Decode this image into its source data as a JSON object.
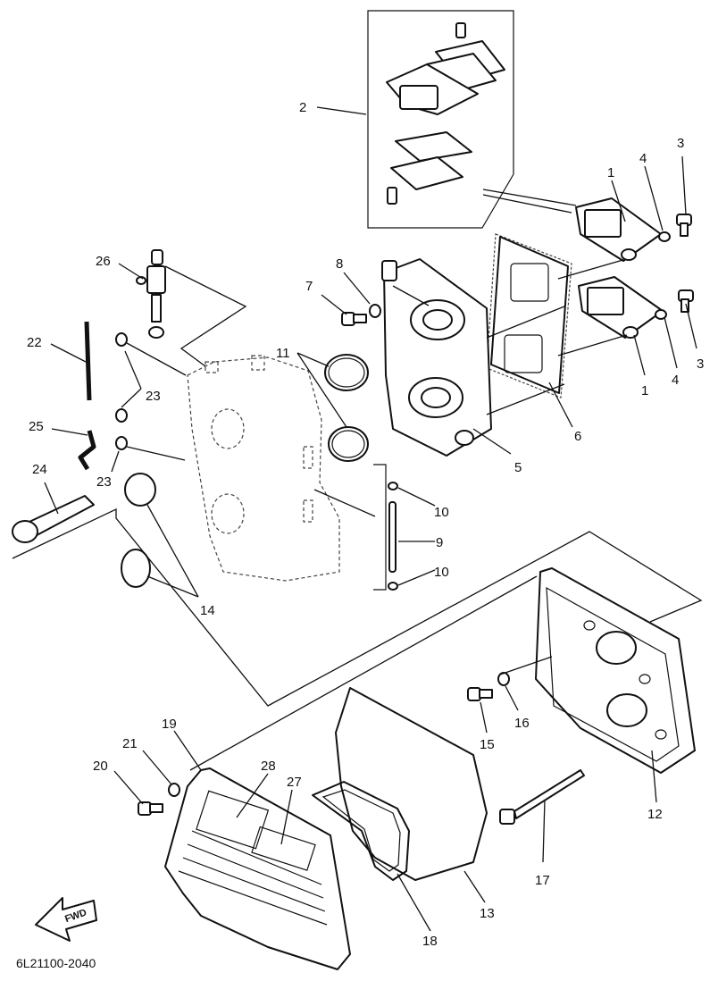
{
  "diagram_code": "6L21100-2040",
  "fwd_label": "FWD",
  "callouts": {
    "c1a": "1",
    "c1b": "1",
    "c2": "2",
    "c3a": "3",
    "c3b": "3",
    "c4a": "4",
    "c4b": "4",
    "c5": "5",
    "c6": "6",
    "c7": "7",
    "c8": "8",
    "c9": "9",
    "c10a": "10",
    "c10b": "10",
    "c11": "11",
    "c12": "12",
    "c13": "13",
    "c14": "14",
    "c15": "15",
    "c16": "16",
    "c17": "17",
    "c18": "18",
    "c19": "19",
    "c20": "20",
    "c21": "21",
    "c22": "22",
    "c23a": "23",
    "c23b": "23",
    "c24": "24",
    "c25": "25",
    "c26": "26",
    "c27": "27",
    "c28": "28"
  }
}
